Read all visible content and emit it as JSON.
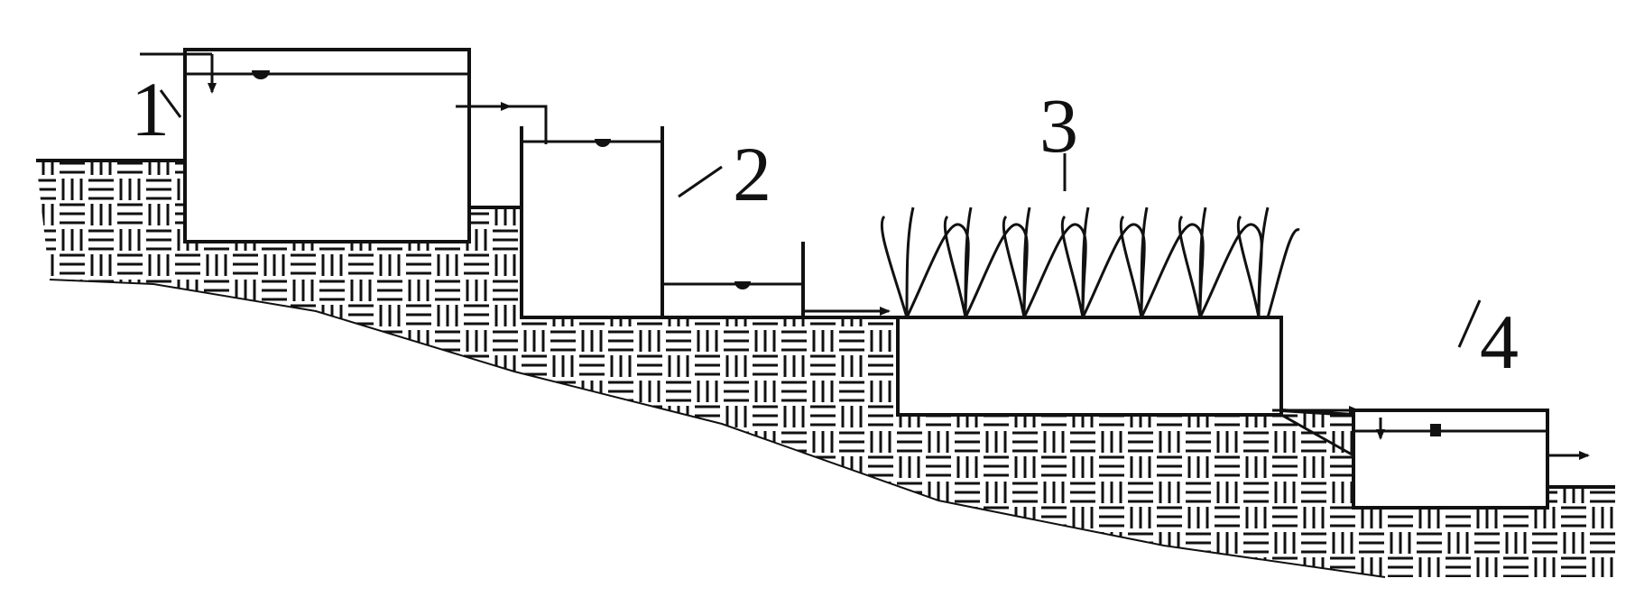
{
  "diagram": {
    "labels": {
      "one": "1",
      "two": "2",
      "three": "3",
      "four": "4"
    },
    "colors": {
      "ink": "#111111",
      "background": "#ffffff"
    },
    "icons": [
      "arrow-icon",
      "water-level-icon",
      "plant-icon",
      "ground-hatching-icon"
    ]
  }
}
